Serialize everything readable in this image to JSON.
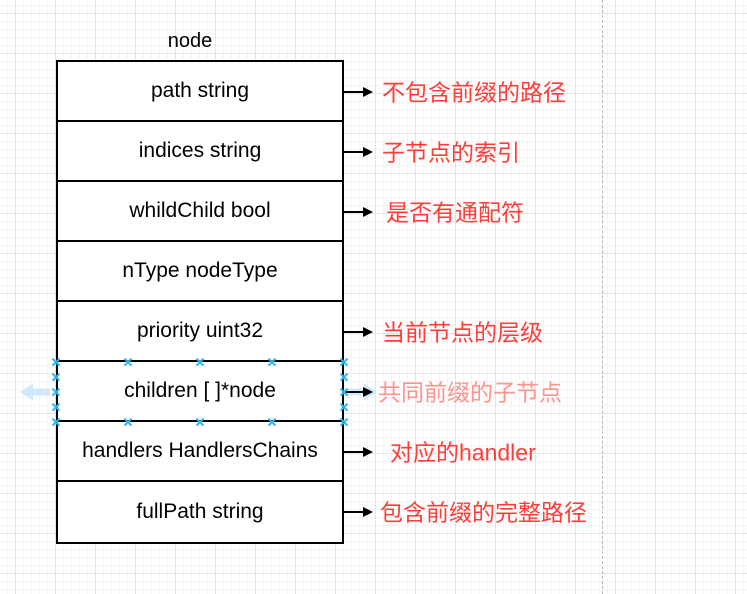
{
  "struct": {
    "title": "node",
    "rows": [
      {
        "field": "path string",
        "annotation": "不包含前缀的路径"
      },
      {
        "field": "indices string",
        "annotation": "子节点的索引"
      },
      {
        "field": "whildChild bool",
        "annotation": "是否有通配符"
      },
      {
        "field": "nType nodeType",
        "annotation": ""
      },
      {
        "field": "priority uint32",
        "annotation": "当前节点的层级"
      },
      {
        "field": "children [ ]*node",
        "annotation": "共同前缀的子节点"
      },
      {
        "field": "handlers HandlersChains",
        "annotation": "对应的handler"
      },
      {
        "field": "fullPath string",
        "annotation": "包含前缀的完整路径"
      }
    ]
  },
  "colors": {
    "annotation_red": "#ff3d38",
    "annotation_red_light": "#ff938e",
    "selection_blue": "#33b5f0",
    "selection_pale_blue": "#cfe9fa",
    "grid_minor": "#f4f4f4",
    "grid_major": "#e3e3e3",
    "page_break_gray": "#b5b5b5",
    "shape_stroke": "#000000",
    "shape_fill": "#ffffff"
  }
}
